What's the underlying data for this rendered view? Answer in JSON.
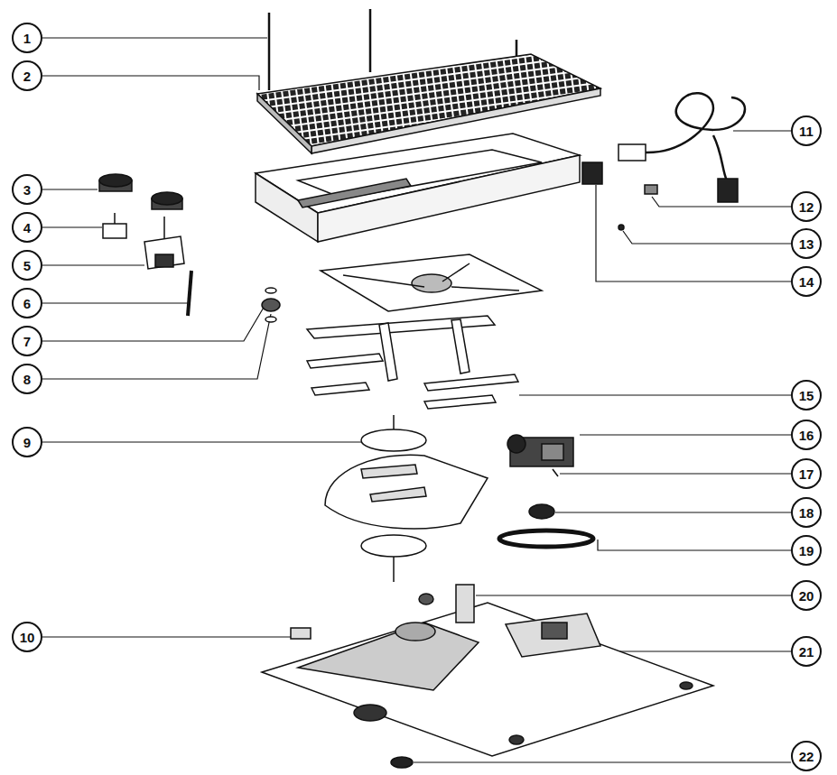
{
  "diagram": {
    "nodes": [
      {
        "text": [
          "1"
        ]
      },
      {
        "text": [
          "2"
        ]
      },
      {
        "text": [
          "3"
        ]
      },
      {
        "text": [
          "4"
        ]
      },
      {
        "text": [
          "5"
        ]
      },
      {
        "text": [
          "6"
        ]
      },
      {
        "text": [
          "7"
        ]
      },
      {
        "text": [
          "8"
        ]
      },
      {
        "text": [
          "9"
        ]
      },
      {
        "text": [
          "10"
        ]
      },
      {
        "text": [
          "11"
        ]
      },
      {
        "text": [
          "12"
        ]
      },
      {
        "text": [
          "13"
        ]
      },
      {
        "text": [
          "14"
        ]
      },
      {
        "text": [
          "15"
        ]
      },
      {
        "text": [
          "16"
        ]
      },
      {
        "text": [
          "17"
        ]
      },
      {
        "text": [
          "18"
        ]
      },
      {
        "text": [
          "19"
        ]
      },
      {
        "text": [
          "20"
        ]
      },
      {
        "text": [
          "21"
        ]
      },
      {
        "text": [
          "22"
        ]
      }
    ]
  }
}
